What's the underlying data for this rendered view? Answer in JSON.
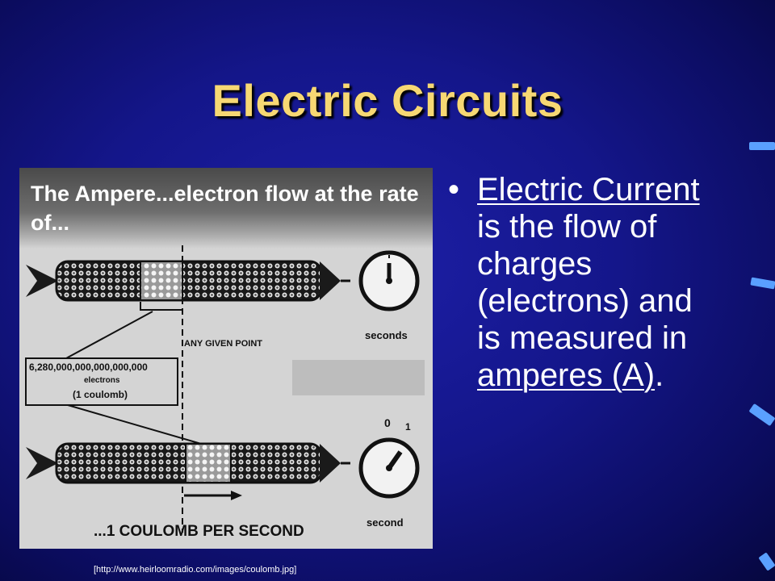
{
  "slide": {
    "title": "Electric Circuits",
    "bullet_symbol": "•",
    "bullet": {
      "term1": "Electric Current",
      "text1": " is the flow of charges (electrons) and is measured in ",
      "term2": "amperes (A)",
      "text2": "."
    },
    "source": "[http://www.heirloomradio.com/images/coulomb.jpg]",
    "colors": {
      "title": "#f7d873",
      "background": "#14168a",
      "accent": "#5aa0ff"
    }
  },
  "figure": {
    "header": "The Ampere...electron flow at the rate of...",
    "any_given_point": "ANY GIVEN POINT",
    "count": "6,280,000,000,000,000,000",
    "electrons": "electrons",
    "coulomb": "(1 coulomb)",
    "seconds": "seconds",
    "zero": "0",
    "one": "1",
    "second": "second",
    "footer": "...1 COULOMB PER SECOND"
  }
}
